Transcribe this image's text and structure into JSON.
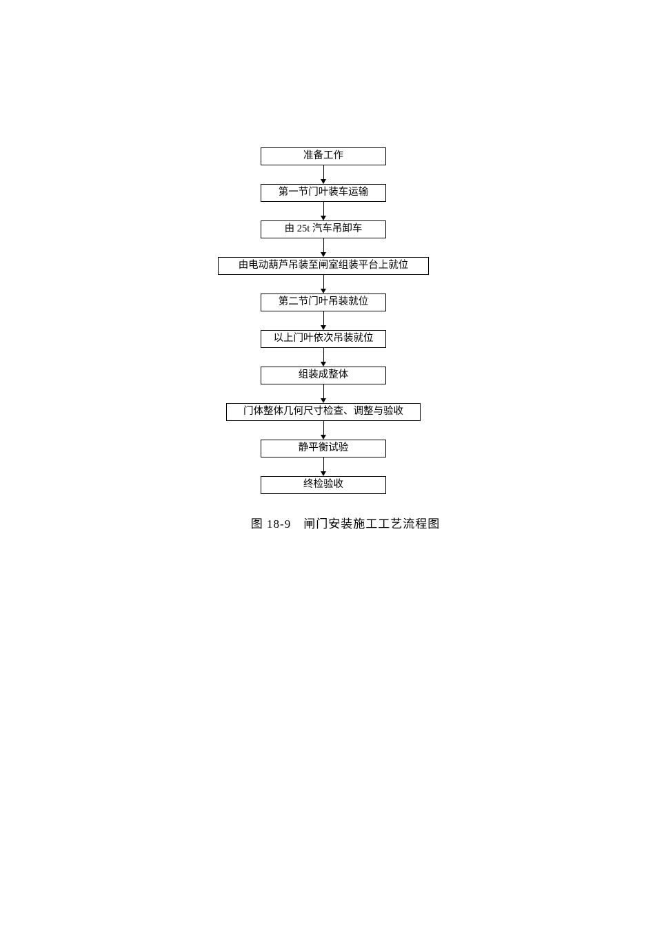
{
  "page": {
    "caption": "图 18-9　闸门安装施工工艺流程图"
  },
  "flowchart": {
    "type": "flowchart",
    "direction": "top-to-bottom",
    "steps": [
      {
        "label": "准备工作"
      },
      {
        "label": "第一节门叶装车运输"
      },
      {
        "label": "由 25t 汽车吊卸车"
      },
      {
        "label": "由电动葫芦吊装至闸室组装平台上就位"
      },
      {
        "label": "第二节门叶吊装就位"
      },
      {
        "label": "以上门叶依次吊装就位"
      },
      {
        "label": "组装成整体"
      },
      {
        "label": "门体整体几何尺寸检查、调整与验收"
      },
      {
        "label": "静平衡试验"
      },
      {
        "label": "终检验收"
      }
    ]
  }
}
